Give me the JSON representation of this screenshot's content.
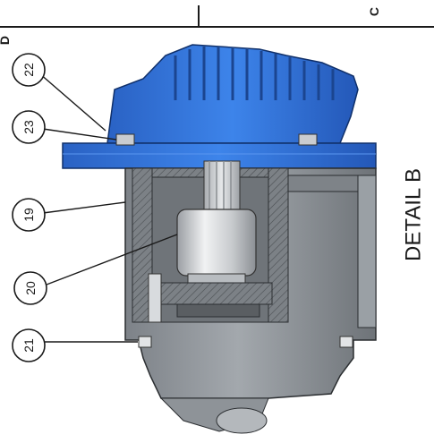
{
  "border": {
    "zone_left": "D",
    "zone_right": "C"
  },
  "detail_title": "DETAIL B",
  "callouts": [
    {
      "id": "callout-22",
      "label": "22"
    },
    {
      "id": "callout-23",
      "label": "23"
    },
    {
      "id": "callout-19",
      "label": "19"
    },
    {
      "id": "callout-20",
      "label": "20"
    },
    {
      "id": "callout-21",
      "label": "21"
    }
  ],
  "colors": {
    "housing_blue": "#2f6fd6",
    "housing_blue_dark": "#1e4fa8",
    "body_gray": "#8a8f94",
    "body_gray_dark": "#5e6368",
    "line": "#1a1a1a"
  }
}
